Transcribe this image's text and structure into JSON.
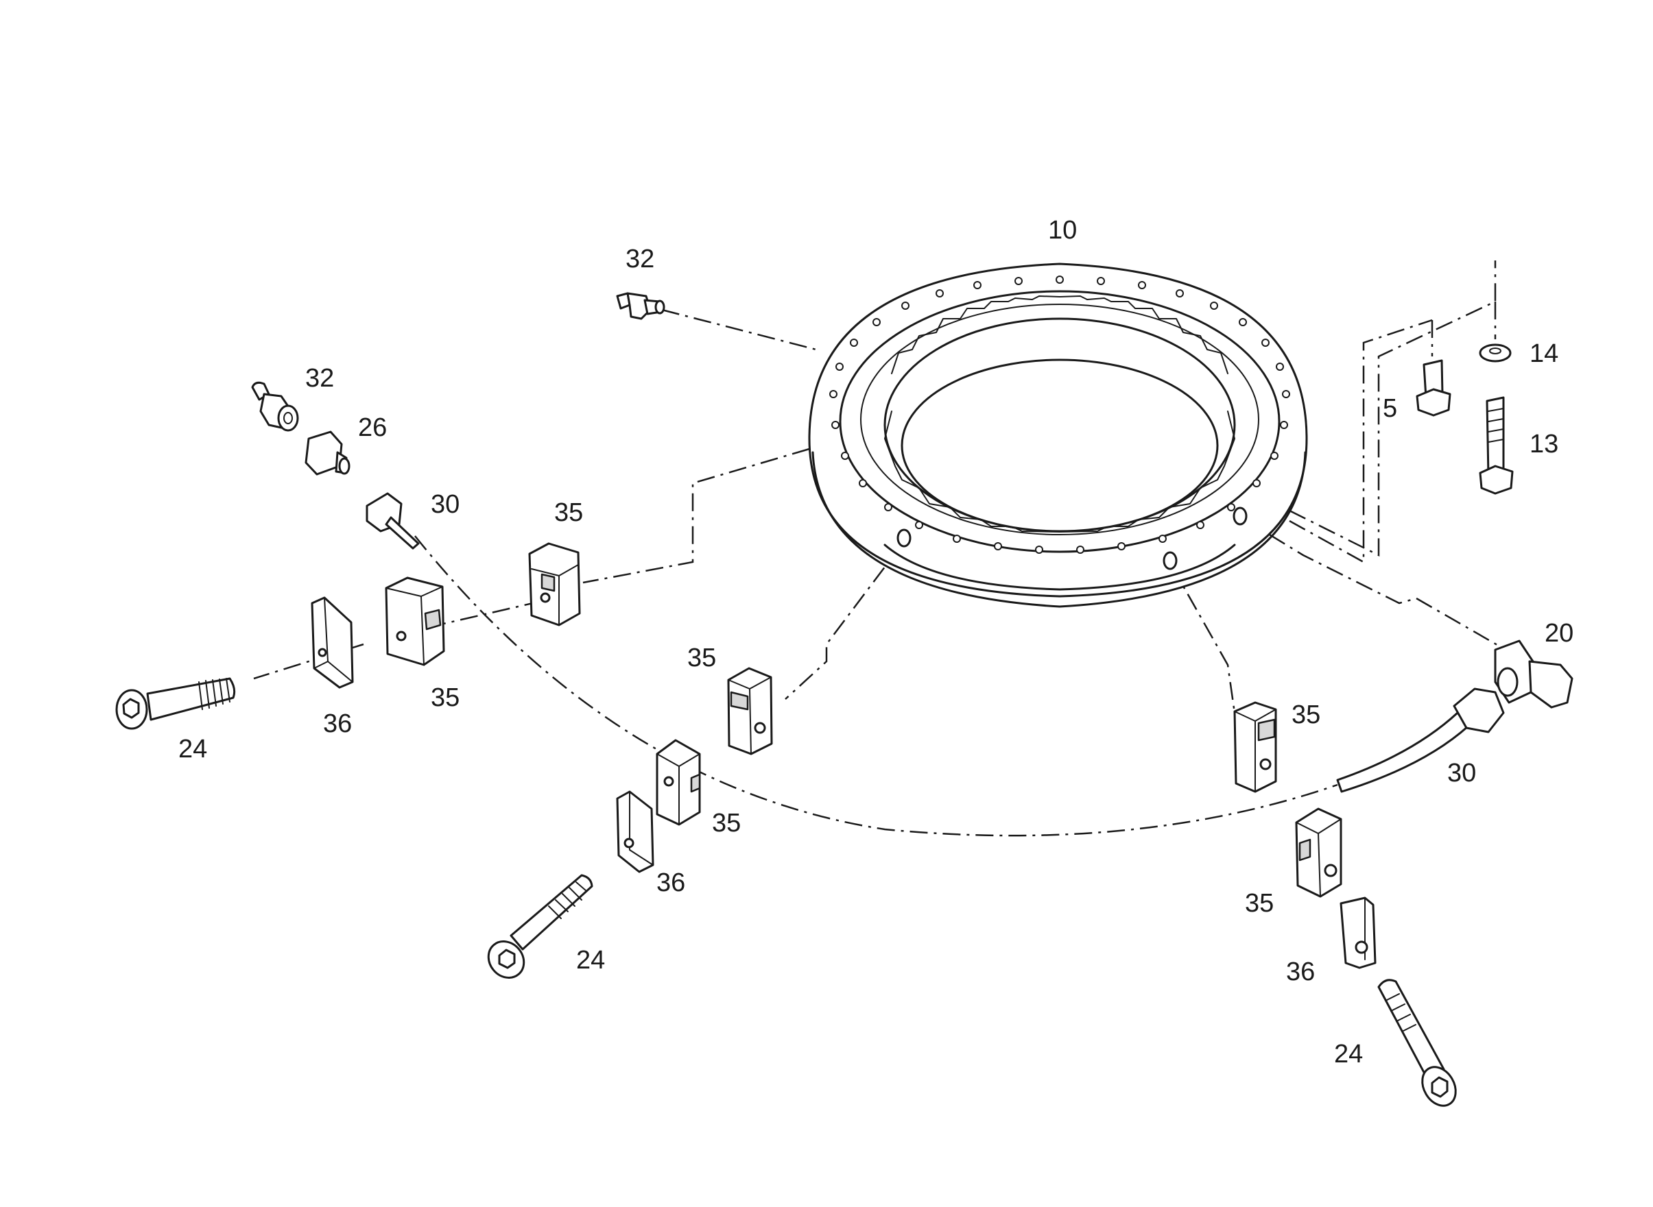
{
  "diagram": {
    "parts": [
      {
        "id": "ring",
        "callout": "10"
      },
      {
        "id": "grease-nipple-top",
        "callout": "32"
      },
      {
        "id": "grease-nipple-left",
        "callout": "32"
      },
      {
        "id": "adapter",
        "callout": "26"
      },
      {
        "id": "hose-left",
        "callout": "30"
      },
      {
        "id": "bolt-5",
        "callout": "5"
      },
      {
        "id": "washer",
        "callout": "14"
      },
      {
        "id": "bolt-13",
        "callout": "13"
      },
      {
        "id": "elbow-fitting",
        "callout": "20"
      },
      {
        "id": "hose-right",
        "callout": "30"
      },
      {
        "id": "clamp-a",
        "callout": "35"
      },
      {
        "id": "clamp-b",
        "callout": "35"
      },
      {
        "id": "clamp-c",
        "callout": "35"
      },
      {
        "id": "clamp-d",
        "callout": "35"
      },
      {
        "id": "clamp-e",
        "callout": "35"
      },
      {
        "id": "clamp-f",
        "callout": "35"
      },
      {
        "id": "plate-left",
        "callout": "36"
      },
      {
        "id": "plate-mid",
        "callout": "36"
      },
      {
        "id": "plate-right",
        "callout": "36"
      },
      {
        "id": "screw-left",
        "callout": "24"
      },
      {
        "id": "screw-mid",
        "callout": "24"
      },
      {
        "id": "screw-right",
        "callout": "24"
      }
    ]
  }
}
